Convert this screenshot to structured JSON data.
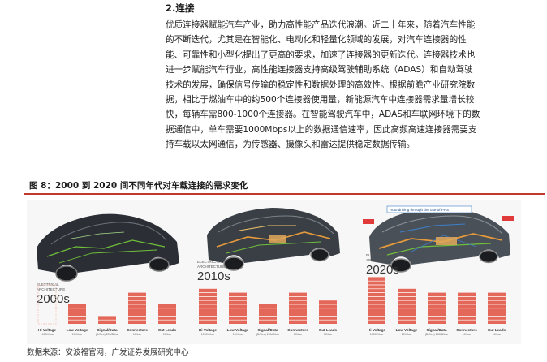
{
  "section": {
    "title": "2.连接"
  },
  "paragraph_lines": [
    "优质连接器赋能汽车产业，助力高性能产品迭代浪潮。近二十年来，随着汽车性能",
    "的不断迭代，尤其是在智能化、电动化和轻量化领域的发展，对汽车连接器的性",
    "能、可靠性和小型化提出了更高的要求，加速了连接器的更新迭代。连接器技术也",
    "进一步赋能汽车行业，高性能连接器支持高级驾驶辅助系统（ADAS）和自动驾驶",
    "技术的发展，确保信号传输的稳定性和数据处理的高效性。根据前瞻产业研究院数",
    "据，相比于燃油车中的约500个连接器使用量，新能源汽车中连接器需求量增长较",
    "快，每辆车需800-1000个连接器。在智能驾驶汽车中，ADAS和车联网环境下的数",
    "据通信中，单车需要1000Mbps以上的数据通信速率，因此高频高速连接器需要支",
    "持车载以太网通信，为传感器、摄像头和雷达提供稳定数据传输。"
  ],
  "figure": {
    "title": "图 8：2000 到 2020 间不同年代对车载连接的需求变化",
    "source": "数据来源：安波福官网，广发证券发展研究中心",
    "arch_label_line1": "ELECTRICAL",
    "arch_label_line2": "ARCHITECTURE",
    "callout_2020": "Auto driving through the use of PPS",
    "categories": [
      {
        "label": "Hi Voltage",
        "sub": "1000V/bar"
      },
      {
        "label": "Low Voltage",
        "sub": "10V/bar"
      },
      {
        "label": "Signal/Data",
        "sub": "(B/Sec) 25MB/bar"
      },
      {
        "label": "Connectors",
        "sub": "10/bar"
      },
      {
        "label": "Cut Leads",
        "sub": "10/bar"
      }
    ],
    "panels": [
      {
        "era": "2000s",
        "values": [
          0,
          5,
          2,
          8,
          5
        ]
      },
      {
        "era": "2010s",
        "values": [
          9,
          8,
          5,
          8,
          6
        ]
      },
      {
        "era": "2020s",
        "values": [
          12,
          9,
          8,
          8,
          8
        ]
      }
    ],
    "colors": {
      "bar": "#e4685a",
      "bar_line": "#ffffff",
      "ghost": "#f6cfc7",
      "car_dark": "#2b2f35",
      "wire_green": "#6fbf3a",
      "wire_orange": "#e59a3b",
      "wire_blue": "#3d7fc7"
    }
  }
}
